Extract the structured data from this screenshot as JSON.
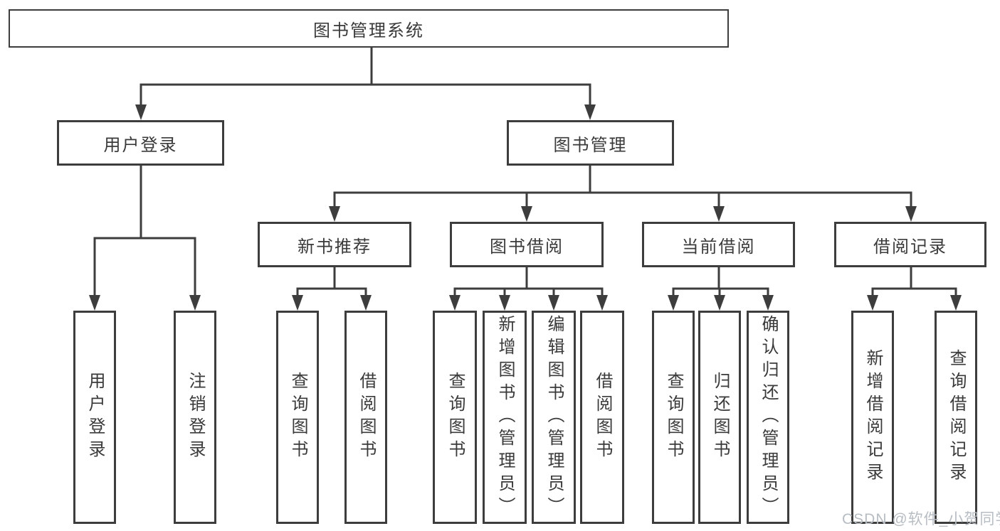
{
  "colors": {
    "line": "#3d3d3d",
    "text": "#3a3a3a",
    "watermark_text_color": "#b7bdc3",
    "background": "#ffffff"
  },
  "watermark": {
    "text": "CSDN @软件_小贺同学"
  },
  "tree": {
    "label": "图书管理系统",
    "children": [
      {
        "label": "用户登录",
        "children": [
          {
            "label": "用户登录"
          },
          {
            "label": "注销登录"
          }
        ]
      },
      {
        "label": "图书管理",
        "children": [
          {
            "label": "新书推荐",
            "children": [
              {
                "label": "查询图书"
              },
              {
                "label": "借阅图书"
              }
            ]
          },
          {
            "label": "图书借阅",
            "children": [
              {
                "label": "查询图书"
              },
              {
                "label": "新增图书（管理员）"
              },
              {
                "label": "编辑图书（管理员）"
              },
              {
                "label": "借阅图书"
              }
            ]
          },
          {
            "label": "当前借阅",
            "children": [
              {
                "label": "查询图书"
              },
              {
                "label": "归还图书"
              },
              {
                "label": "确认归还（管理员）"
              }
            ]
          },
          {
            "label": "借阅记录",
            "children": [
              {
                "label": "新增借阅记录"
              },
              {
                "label": "查询借阅记录"
              }
            ]
          }
        ]
      }
    ]
  }
}
